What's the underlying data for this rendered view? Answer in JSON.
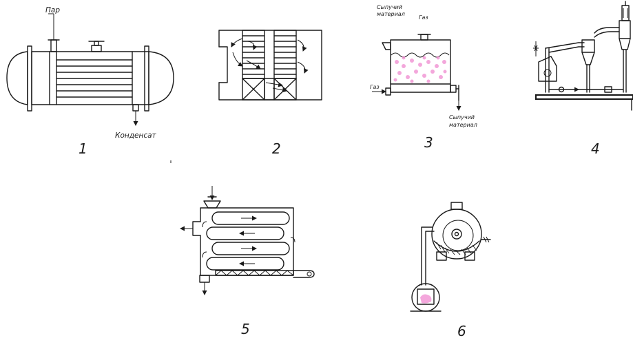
{
  "figures": [
    {
      "number": "1",
      "labels": {
        "steam": "Пар",
        "condensate": "Конденсат"
      }
    },
    {
      "number": "2",
      "labels": {}
    },
    {
      "number": "3",
      "labels": {
        "bulk_in_line1": "Сыпучий",
        "bulk_in_line2": "материал",
        "gas_top": "Газ",
        "gas_left": "Газ",
        "bulk_out_line1": "Сыпучий",
        "bulk_out_line2": "материал"
      }
    },
    {
      "number": "4",
      "labels": {}
    },
    {
      "number": "5",
      "labels": {}
    },
    {
      "number": "6",
      "labels": {}
    }
  ],
  "colors": {
    "line": "#1a1a1a",
    "particles": "#f08ad0",
    "background": "#ffffff"
  }
}
